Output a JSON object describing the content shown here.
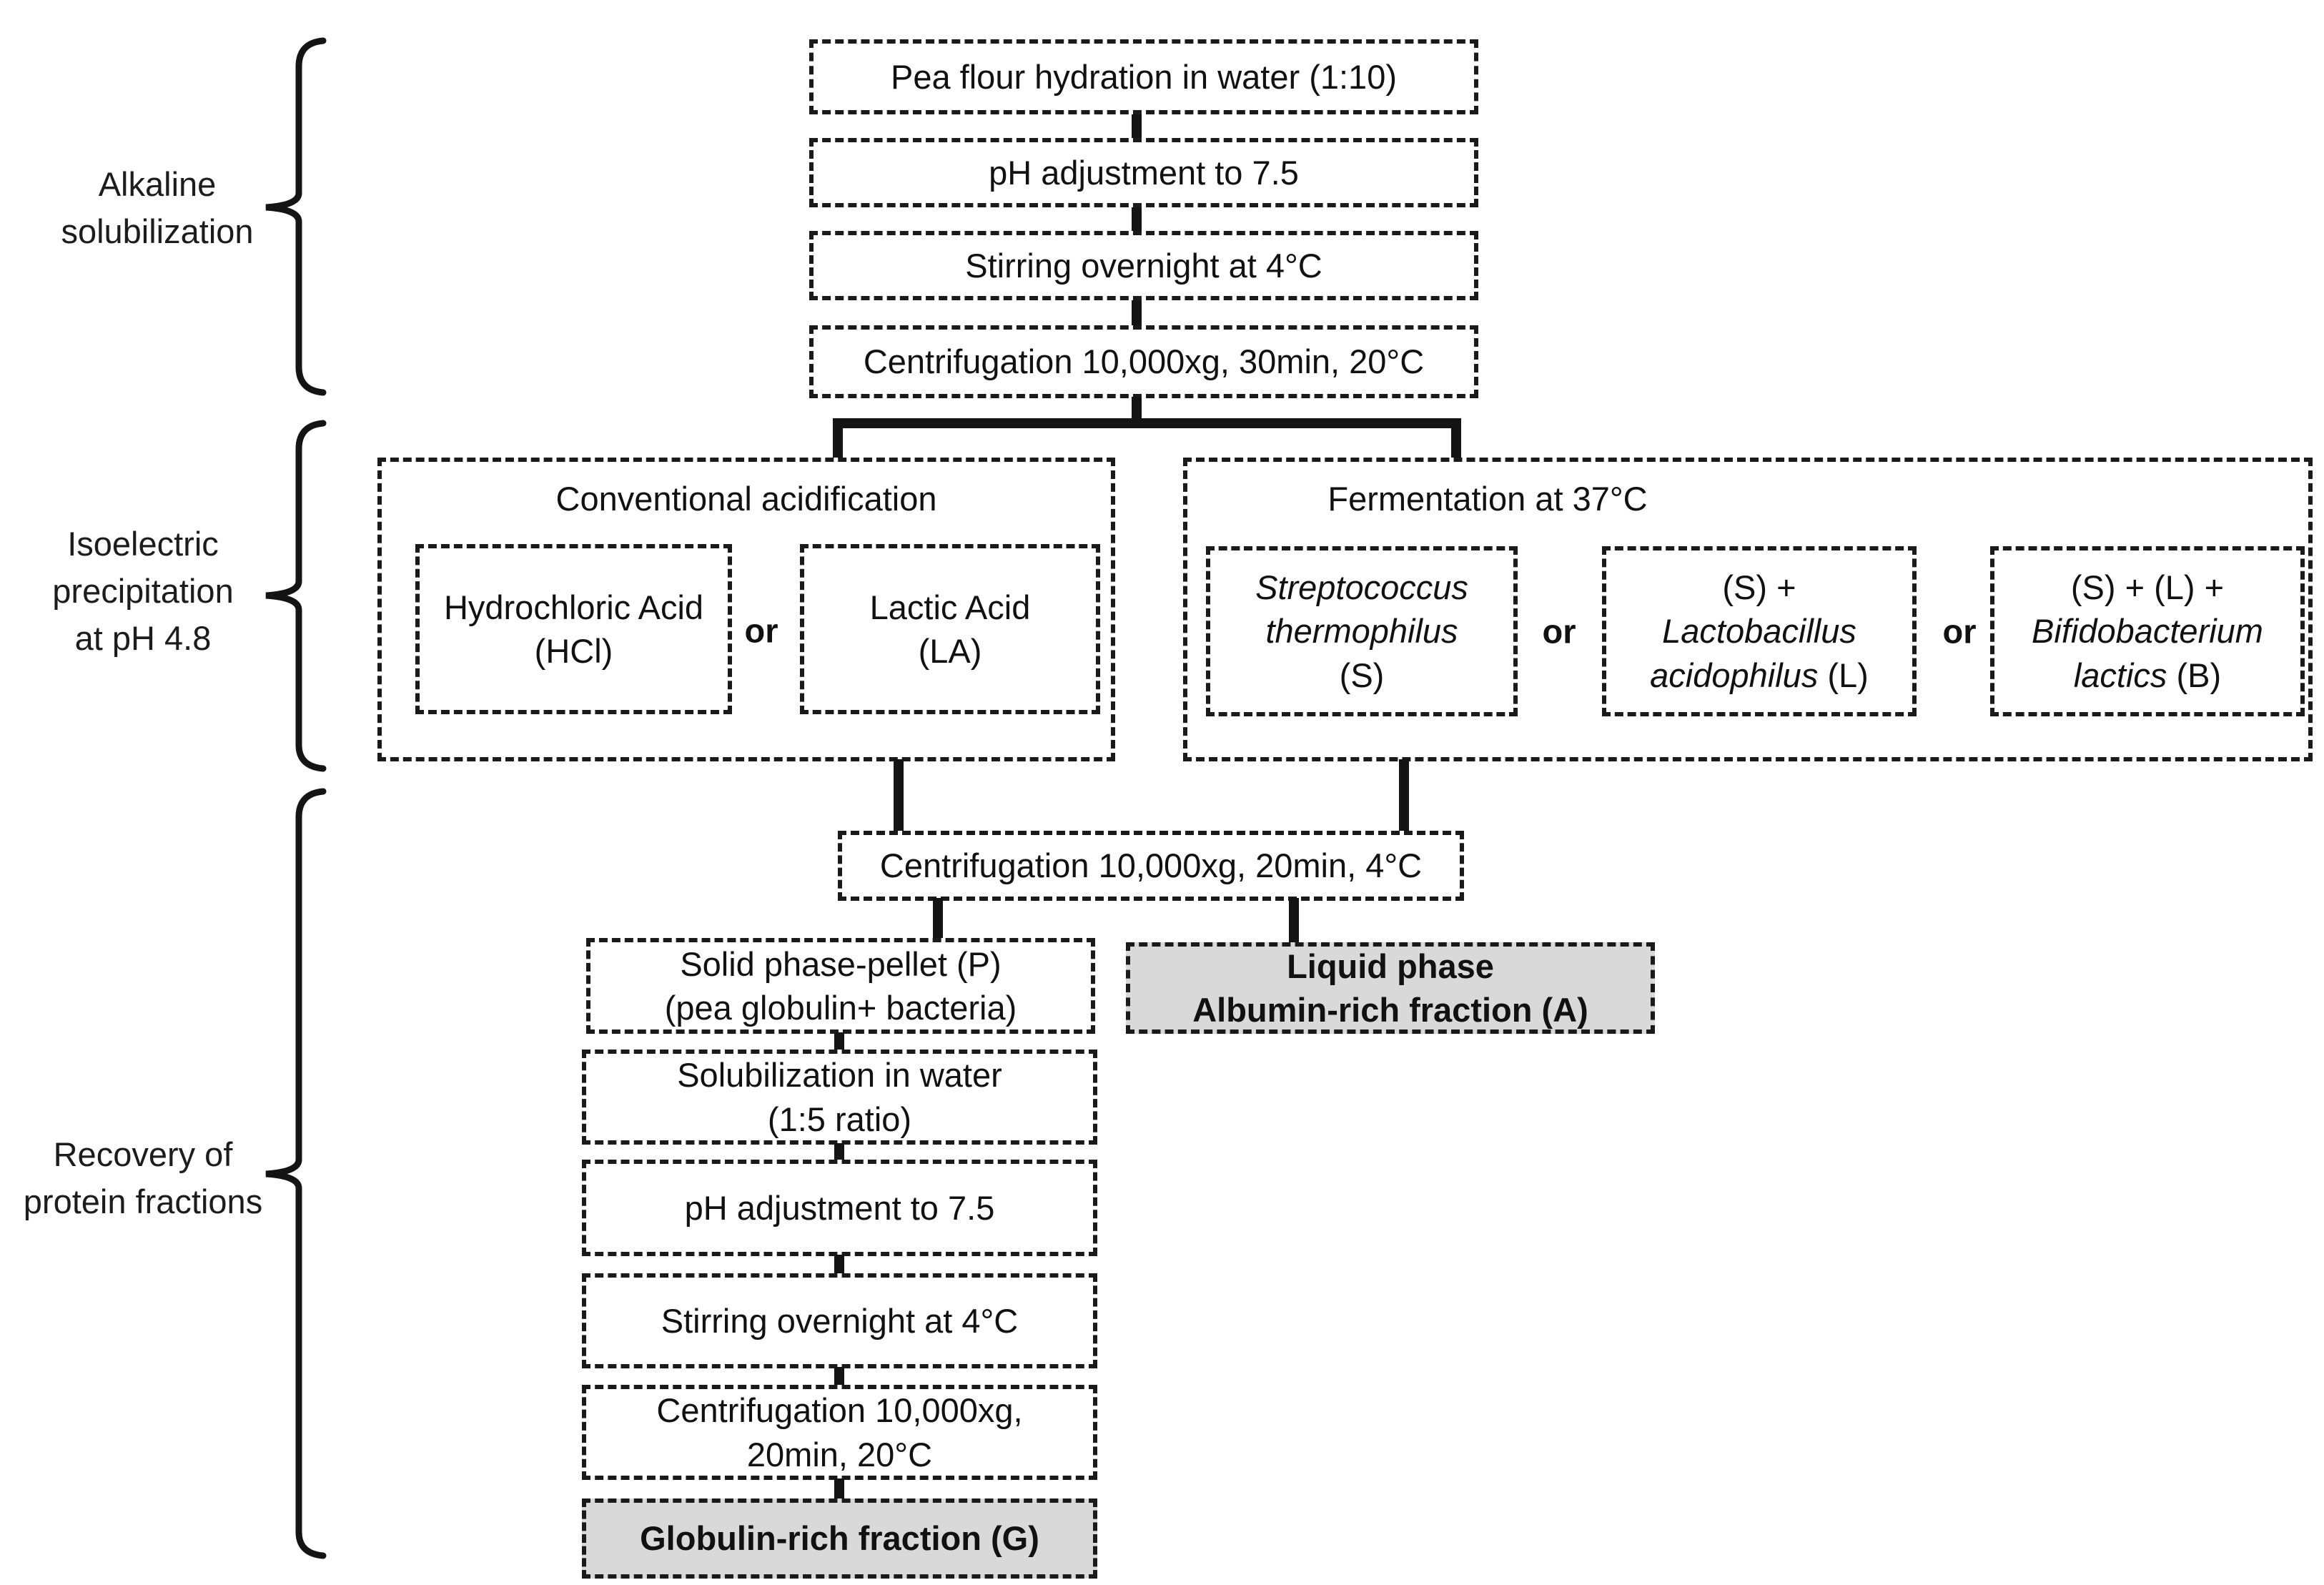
{
  "colors": {
    "background": "#ffffff",
    "box_border": "#1a1a1a",
    "connector": "#141414",
    "highlight_fill": "#d9d9d9",
    "text": "#111111"
  },
  "stage_labels": [
    {
      "text": "Alkaline\nsolubilization"
    },
    {
      "text": "Isoelectric\nprecipitation\nat pH 4.8"
    },
    {
      "text": "Recovery of\nprotein fractions"
    }
  ],
  "top_chain": {
    "step1": "Pea flour hydration in water (1:10)",
    "step2": "pH adjustment to 7.5",
    "step3": "Stirring overnight at 4°C",
    "step4": "Centrifugation 10,000xg, 30min, 20°C"
  },
  "acidification": {
    "title": "Conventional acidification",
    "option1": "Hydrochloric Acid\n(HCl)",
    "or": "or",
    "option2": "Lactic Acid\n(LA)"
  },
  "fermentation": {
    "title": "Fermentation at 37°C",
    "or": "or",
    "option1": {
      "species": "Streptococcus\nthermophilus",
      "code": "(S)"
    },
    "option2": {
      "prefix": "(S) +",
      "species": "Lactobacillus\nacidophilus",
      "code": "(L)"
    },
    "option3": {
      "prefix": "(S) + (L) +",
      "species": "Bifidobacterium\nlactics",
      "code": "(B)"
    }
  },
  "recovery": {
    "centrifugation": "Centrifugation 10,000xg, 20min, 4°C",
    "solid_phase": "Solid phase-pellet (P)\n(pea globulin+ bacteria)",
    "liquid_phase": "Liquid phase\nAlbumin-rich fraction (A)",
    "solubilization": "Solubilization in water\n(1:5 ratio)",
    "ph_adjustment": "pH adjustment to 7.5",
    "stirring": "Stirring overnight at 4°C",
    "centrifugation2": "Centrifugation 10,000xg,\n20min, 20°C",
    "globulin": "Globulin-rich fraction (G)"
  }
}
